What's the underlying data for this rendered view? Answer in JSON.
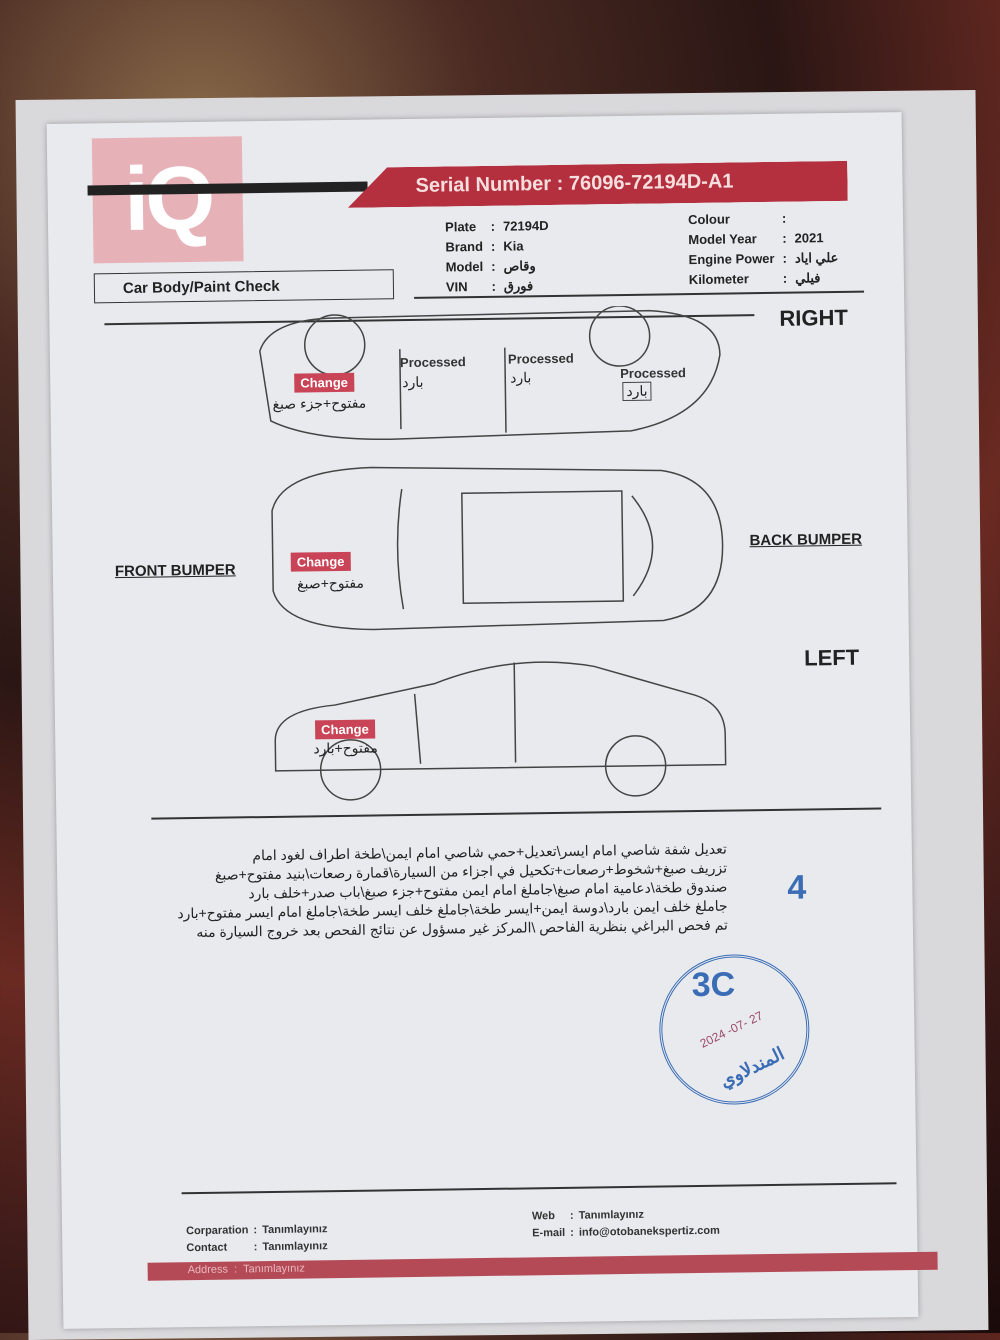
{
  "logo": "iQ",
  "header": {
    "serial_label": "Serial Number :",
    "serial_value": "76096-72194D-A1"
  },
  "info": {
    "left": [
      {
        "label": "Plate",
        "value": "72194D"
      },
      {
        "label": "Brand",
        "value": "Kia"
      },
      {
        "label": "Model",
        "value": "وقاص"
      },
      {
        "label": "VIN",
        "value": "فورق"
      }
    ],
    "right": [
      {
        "label": "Colour",
        "value": ""
      },
      {
        "label": "Model Year",
        "value": "2021"
      },
      {
        "label": "Engine Power",
        "value": "علي اياد"
      },
      {
        "label": "Kilometer",
        "value": "فيلي"
      }
    ]
  },
  "section_title": "Car Body/Paint Check",
  "sides": {
    "right": "RIGHT",
    "left": "LEFT",
    "front": "FRONT BUMPER",
    "back": "BACK BUMPER"
  },
  "marks": {
    "right_change": "Change",
    "right_change_note": "مفتوح+جزء صبغ",
    "right_proc1": "Processed",
    "right_proc1_note": "بارد",
    "right_proc2": "Processed",
    "right_proc2_note": "بارد",
    "right_proc3": "Processed",
    "right_proc3_note": "بارد",
    "top_change": "Change",
    "top_change_note": "مفتوح+صبغ",
    "left_change": "Change",
    "left_change_note": "مفتوح+بارد"
  },
  "notes": [
    "تعديل شفة شاصي امام ايسر\\تعديل+حمي شاصي امام ايمن\\طخة اطراف لغود امام",
    "تزريف صبغ+شخوط+رصعات+تكحيل في اجزاء من السيارة\\قمارة رصعات\\بنيد مفتوح+صبغ",
    "صندوق طخة\\دعامية امام صبغ\\جاملغ امام ايمن مفتوح+جزء صبغ\\باب صدر+خلف بارد",
    "جاملغ خلف ايمن بارد\\دوسة ايمن+ايسر طخة\\جاملغ خلف ايسر طخة\\جاملغ امام ايسر مفتوح+بارد",
    "تم فحص البراغي بنظرية الفاحص \\المركز غير مسؤول عن نتائج الفحص بعد خروج السيارة منه"
  ],
  "handwritten_mark": "4",
  "stamp": {
    "code": "3C",
    "date": "2024 -07- 27",
    "name": "المندلاوي"
  },
  "footer": {
    "corporation_label": "Corparation",
    "corporation": "Tanımlayınız",
    "contact_label": "Contact",
    "contact": "Tanımlayınız",
    "web_label": "Web",
    "web": "Tanımlayınız",
    "email_label": "E-mail",
    "email": "info@otobanekspertiz.com",
    "address_label": "Address",
    "address": "Tanımlayınız"
  },
  "colors": {
    "accent": "#b5303f",
    "stamp": "#3a6db5"
  }
}
